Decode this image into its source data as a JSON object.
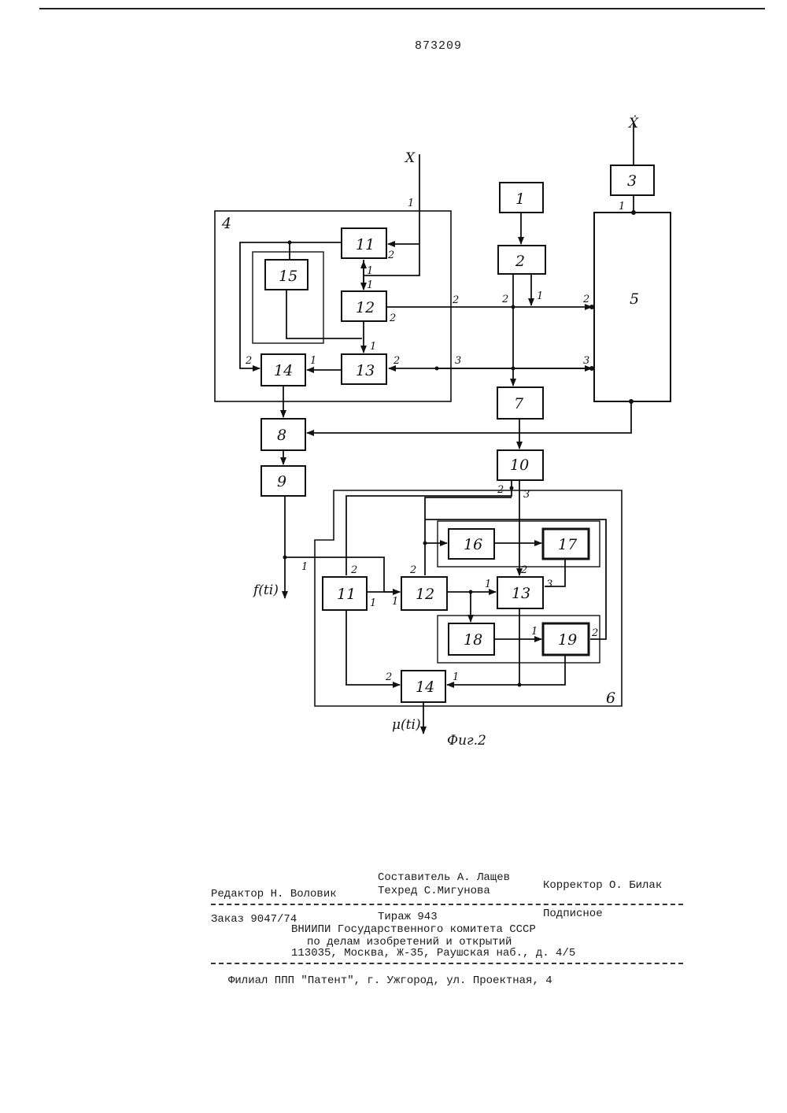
{
  "header": {
    "patent_number": "873209"
  },
  "figure": {
    "caption": "Фиг.2",
    "blocks": {
      "b1": "1",
      "b2": "2",
      "b3": "3",
      "b5": "5",
      "b7": "7",
      "b8": "8",
      "b9": "9",
      "b10": "10",
      "g4_11": "11",
      "g4_12": "12",
      "g4_13": "13",
      "g4_14": "14",
      "g4_15": "15",
      "g6_11": "11",
      "g6_12": "12",
      "g6_13": "13",
      "g6_14": "14",
      "g6_16": "16",
      "g6_17": "17",
      "g6_18": "18",
      "g6_19": "19"
    },
    "group_labels": {
      "g4": "4",
      "g6": "6"
    },
    "signals": {
      "x": "X",
      "x_dot": "Ẋ",
      "f_out": "f(ti)",
      "mu_out": "μ(ti)"
    },
    "ports": {
      "one": "1",
      "two": "2",
      "three": "3"
    }
  },
  "imprint": {
    "compiler": "Составитель А. Лащев",
    "editor": "Редактор Н. Воловик",
    "techred": "Техред С.Мигунова",
    "corrector": "Корректор О. Билак",
    "order": "Заказ 9047/74",
    "circulation": "Тираж 943",
    "subscription": "Подписное",
    "org_line1": "ВНИИПИ Государственного комитета СССР",
    "org_line2": "по делам изобретений и открытий",
    "address": "113035, Москва, Ж-35, Раушская наб., д. 4/5",
    "branch": "Филиал ППП \"Патент\", г. Ужгород, ул. Проектная, 4"
  }
}
